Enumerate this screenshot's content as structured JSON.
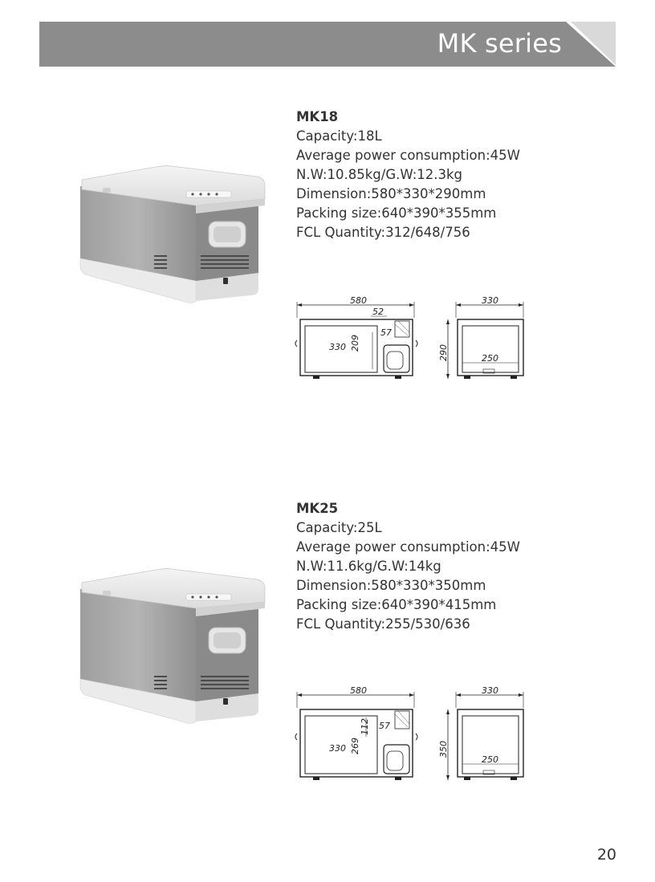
{
  "header": {
    "title": "MK series"
  },
  "products": [
    {
      "model": "MK18",
      "capacity": "Capacity:18L",
      "power": "Average power consumption:45W",
      "weight": "N.W:10.85kg/G.W:12.3kg",
      "dimension": "Dimension:580*330*290mm",
      "packing": "Packing size:640*390*355mm",
      "fcl": "FCL Quantity:312/648/756",
      "drawing": {
        "width": "580",
        "depth": "330",
        "height": "290",
        "inner_depth": "330",
        "inner_height": "209",
        "inner_width": "250",
        "step_a": "52",
        "step_b": "57"
      }
    },
    {
      "model": "MK25",
      "capacity": "Capacity:25L",
      "power": "Average power consumption:45W",
      "weight": "N.W:11.6kg/G.W:14kg",
      "dimension": "Dimension:580*330*350mm",
      "packing": "Packing size:640*390*415mm",
      "fcl": "FCL Quantity:255/530/636",
      "drawing": {
        "width": "580",
        "depth": "330",
        "height": "350",
        "inner_depth": "330",
        "inner_height": "269",
        "inner_width": "250",
        "step_a": "112",
        "step_b": "57"
      }
    }
  ],
  "footer": {
    "page_number": "20"
  }
}
